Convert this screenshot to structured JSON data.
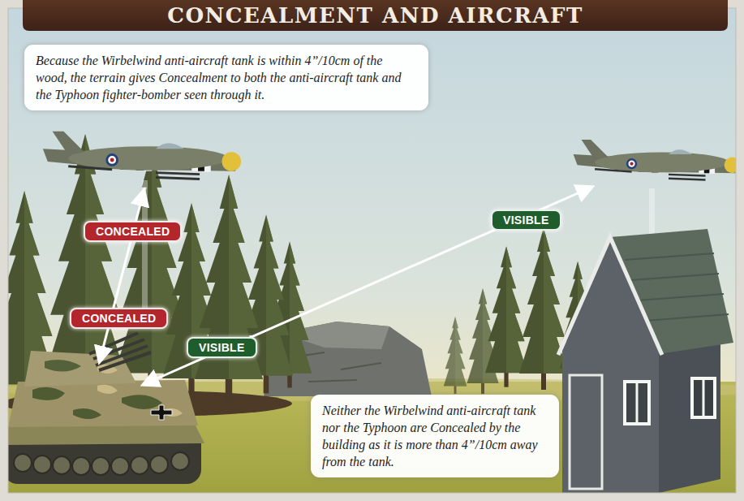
{
  "diagram": {
    "title": "CONCEALMENT AND AIRCRAFT",
    "nodes": [
      {
        "text": [
          "Because the Wirbelwind anti-aircraft tank is within 4”/10cm of the wood, the terrain gives Concealment to both the anti-aircraft tank and the Typhoon fighter-bomber seen through it."
        ]
      },
      {
        "text": [
          "CONCEALED"
        ]
      },
      {
        "text": [
          "VISIBLE"
        ]
      },
      {
        "text": [
          "CONCEALED"
        ]
      },
      {
        "text": [
          "VISIBLE"
        ]
      },
      {
        "text": [
          "Neither the Wirbelwind anti-aircraft tank nor the Typhoon are Concealed by the building as it is more than 4”/10cm away from the tank."
        ]
      }
    ]
  }
}
